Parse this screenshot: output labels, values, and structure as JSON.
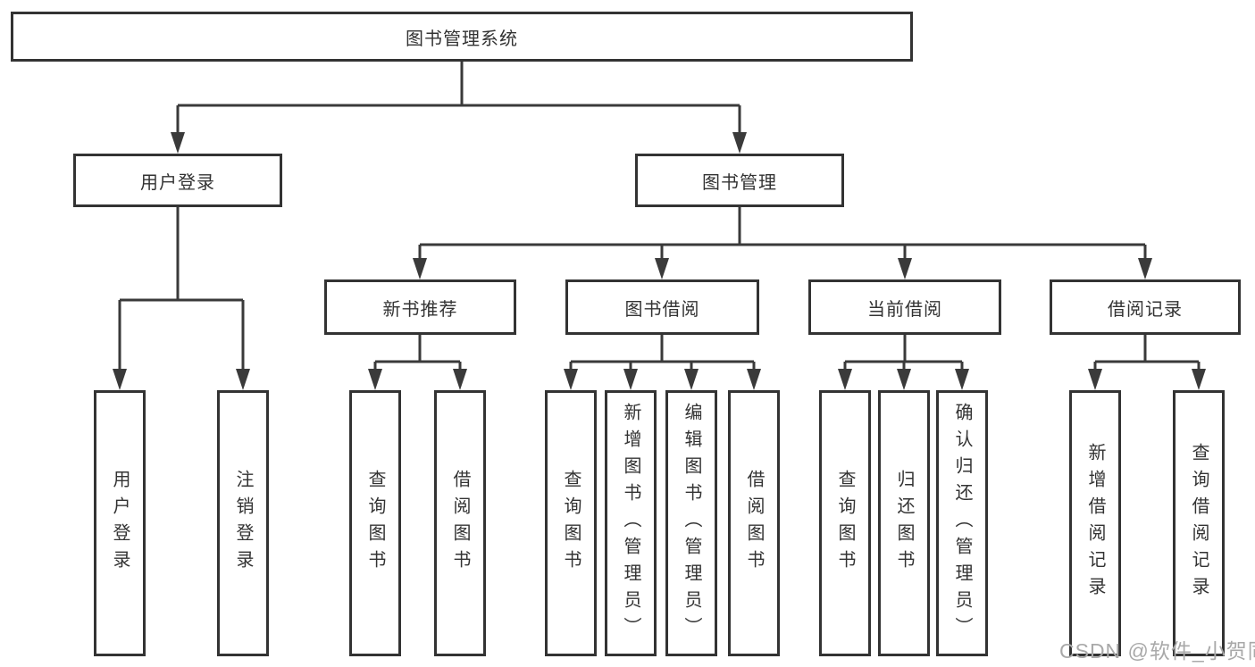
{
  "title_box": {
    "label": "图书管理系统"
  },
  "branches": [
    {
      "label": "用户登录",
      "children": [
        {
          "label": "用户登录"
        },
        {
          "label": "注销登录"
        }
      ]
    },
    {
      "label": "图书管理",
      "children": [
        {
          "label": "新书推荐",
          "children": [
            {
              "label": "查询图书"
            },
            {
              "label": "借阅图书"
            }
          ]
        },
        {
          "label": "图书借阅",
          "children": [
            {
              "label": "查询图书"
            },
            {
              "label": "新增图书（管理员）"
            },
            {
              "label": "编辑图书（管理员）"
            },
            {
              "label": "借阅图书"
            }
          ]
        },
        {
          "label": "当前借阅",
          "children": [
            {
              "label": "查询图书"
            },
            {
              "label": "归还图书"
            },
            {
              "label": "确认归还（管理员）"
            }
          ]
        },
        {
          "label": "借阅记录",
          "children": [
            {
              "label": "新增借阅记录"
            },
            {
              "label": "查询借阅记录"
            }
          ]
        }
      ]
    }
  ],
  "watermark": {
    "label": "CSDN @软件_小贺同学"
  },
  "colors": {
    "line": "#3a3a3a",
    "border": "#333333",
    "text": "#333333",
    "background": "#ffffff",
    "watermark": "#a9a9a9"
  }
}
